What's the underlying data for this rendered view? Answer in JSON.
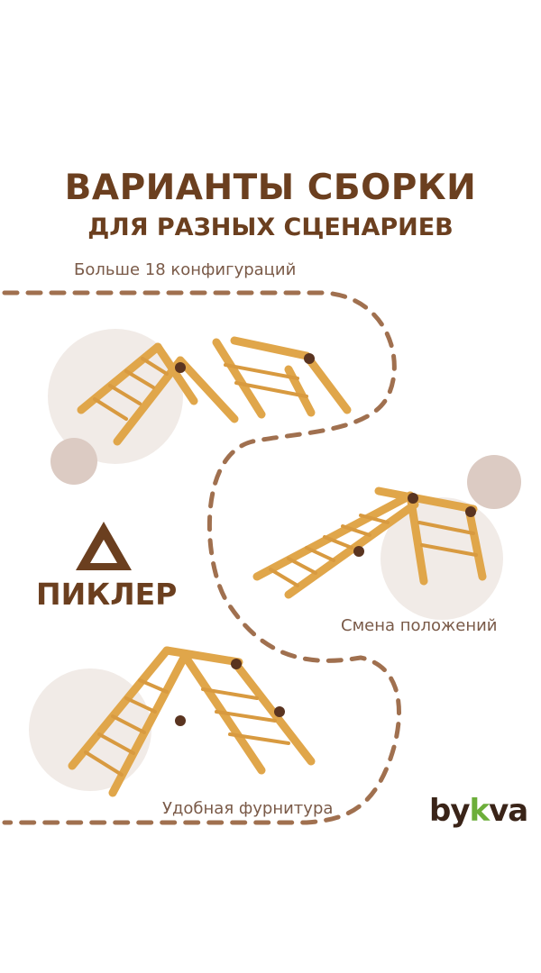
{
  "header": {
    "title": "ВАРИАНТЫ СБОРКИ",
    "subtitle": "ДЛЯ РАЗНЫХ СЦЕНАРИЕВ"
  },
  "captions": {
    "configs": "Больше 18 конфигураций",
    "positions": "Смена положений",
    "hardware": "Удобная фурнитура"
  },
  "brand": {
    "product": "ПИКЛЕР",
    "logo_b": "by",
    "logo_k": "k",
    "logo_end": "va"
  },
  "colors": {
    "brown": "#6b3f1f",
    "dash": "#a0704f",
    "wood": "#e8b45a",
    "circle": "#efe7e2",
    "green": "#6cae3a"
  }
}
